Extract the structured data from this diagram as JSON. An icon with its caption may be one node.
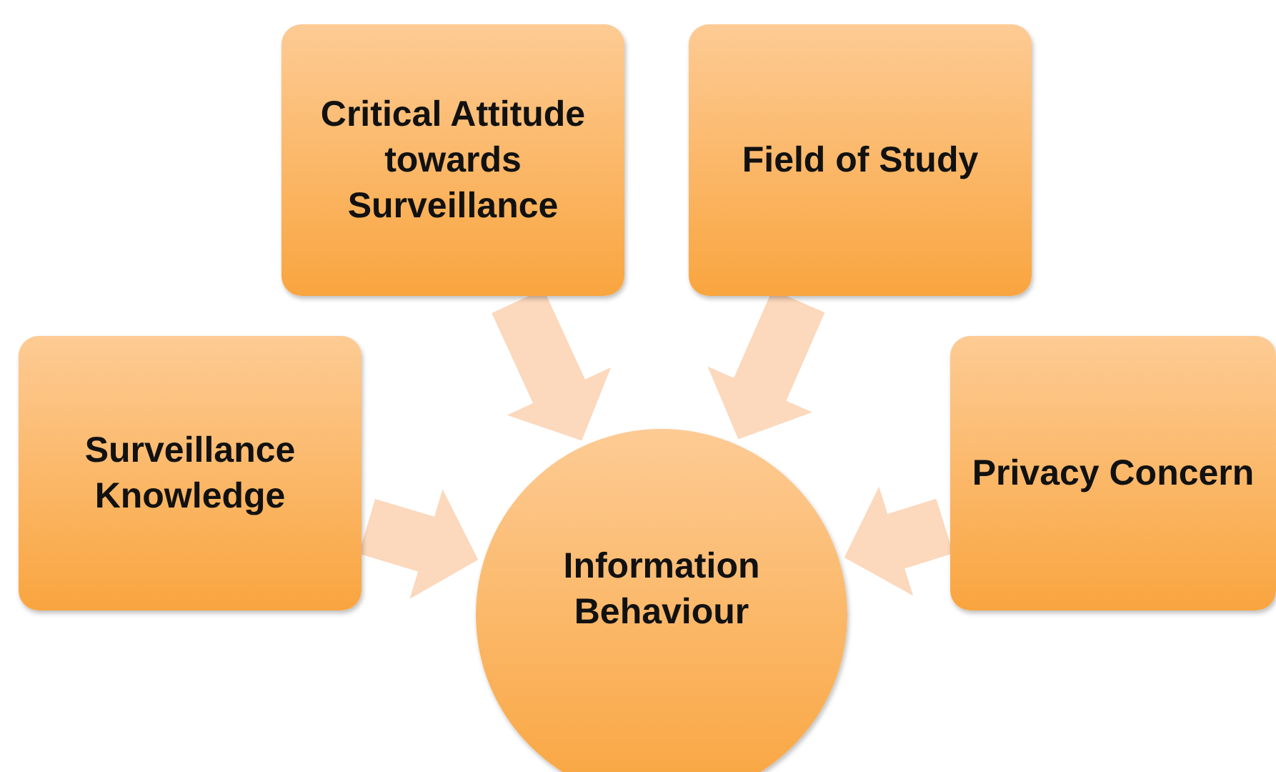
{
  "diagram": {
    "nodes": [
      {
        "text": [
          "Critical Attitude towards Surveillance"
        ]
      },
      {
        "text": [
          "Field of Study"
        ]
      },
      {
        "text": [
          "Surveillance Knowledge"
        ]
      },
      {
        "text": [
          "Privacy Concern"
        ]
      },
      {
        "text": [
          "Information Behaviour"
        ]
      }
    ],
    "edges": [
      {
        "from": 0,
        "to": 4,
        "arrow": "to"
      },
      {
        "from": 1,
        "to": 4,
        "arrow": "to"
      },
      {
        "from": 2,
        "to": 4,
        "arrow": "to"
      },
      {
        "from": 3,
        "to": 4,
        "arrow": "to"
      }
    ]
  }
}
